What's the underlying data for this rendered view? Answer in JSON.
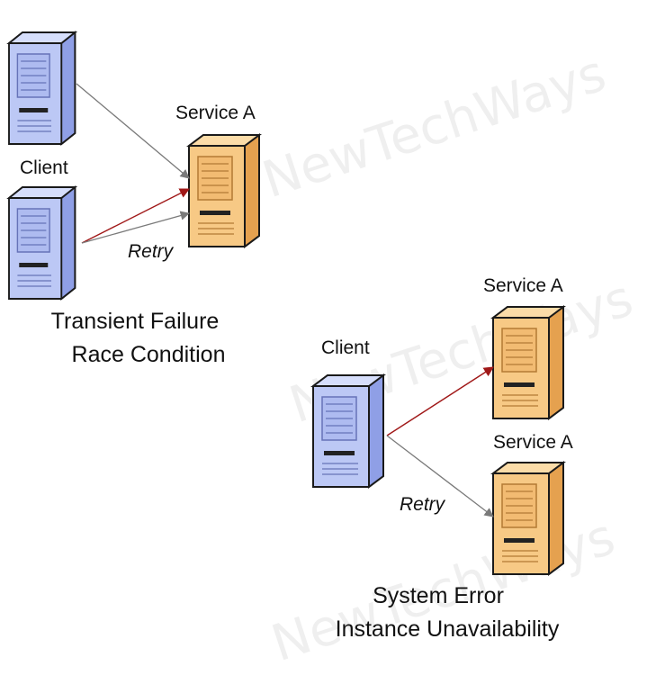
{
  "watermark": "NewTechWays",
  "scenario_1": {
    "client_label": "Client",
    "service_label": "Service A",
    "retry_label": "Retry",
    "caption_line1": "Transient Failure",
    "caption_line2": "Race Condition"
  },
  "scenario_2": {
    "client_label": "Client",
    "service_top_label": "Service A",
    "service_bottom_label": "Service A",
    "retry_label": "Retry",
    "caption_line1": "System Error",
    "caption_line2": "Instance Unavailability"
  },
  "colors": {
    "client_fill": "#bcc8f5",
    "client_side": "#8f9fe6",
    "service_fill": "#f7c985",
    "service_side": "#e5a14f",
    "outline": "#1a1a1a",
    "failed_arrow": "#a01818",
    "retry_arrow": "#7a7a7a"
  },
  "icons": [
    "server-icon"
  ]
}
